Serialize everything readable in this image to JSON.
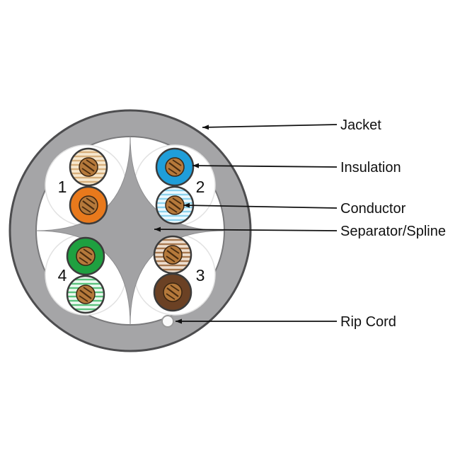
{
  "diagram": {
    "kind": "utp-cable-cross-section",
    "callouts": [
      {
        "label": "Jacket"
      },
      {
        "label": "Insulation"
      },
      {
        "label": "Conductor"
      },
      {
        "label": "Separator/Spline"
      },
      {
        "label": "Rip Cord"
      }
    ],
    "pairs": [
      {
        "number": "1",
        "wires": [
          "white-orange-striped",
          "orange"
        ]
      },
      {
        "number": "2",
        "wires": [
          "blue",
          "white-blue-striped"
        ]
      },
      {
        "number": "3",
        "wires": [
          "white-brown-striped",
          "brown"
        ]
      },
      {
        "number": "4",
        "wires": [
          "green",
          "white-green-striped"
        ]
      }
    ]
  },
  "colors": {
    "jacket": "#a5a5a7",
    "jacket_outline": "#4d4d4f",
    "spline": "#a2a2a4",
    "copper": "#b5793b",
    "copper_dark": "#4a2c10",
    "orange": "#e8791c",
    "blue": "#1f9ed9",
    "green": "#1fa040",
    "brown": "#6b4124",
    "stripe_orange_bg": "#f6e8cf",
    "stripe_orange": "#d8b07c",
    "stripe_blue_bg": "#edf9fe",
    "stripe_blue": "#8ed3ee",
    "stripe_green_bg": "#eef9f1",
    "stripe_green": "#5cc37d",
    "stripe_brown_bg": "#eedfd0",
    "stripe_brown": "#a87950",
    "arrow": "#111111"
  }
}
